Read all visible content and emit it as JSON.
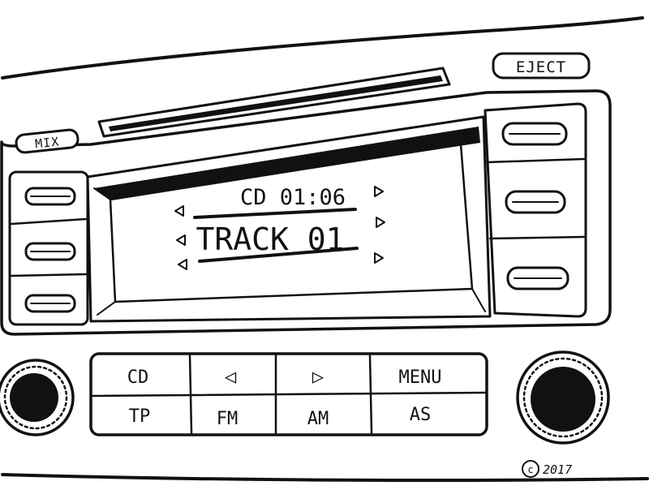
{
  "panel": {
    "eject_label": "EJECT",
    "mix_label": "MIX"
  },
  "display": {
    "source_time": "CD 01:06",
    "track": "TRACK 01"
  },
  "buttons": {
    "row1": [
      "CD",
      "◁",
      "▷",
      "MENU"
    ],
    "row2": [
      "TP",
      "FM",
      "AM",
      "AS"
    ]
  },
  "copyright": "2017",
  "colors": {
    "ink": "#111111",
    "paper": "#ffffff"
  }
}
